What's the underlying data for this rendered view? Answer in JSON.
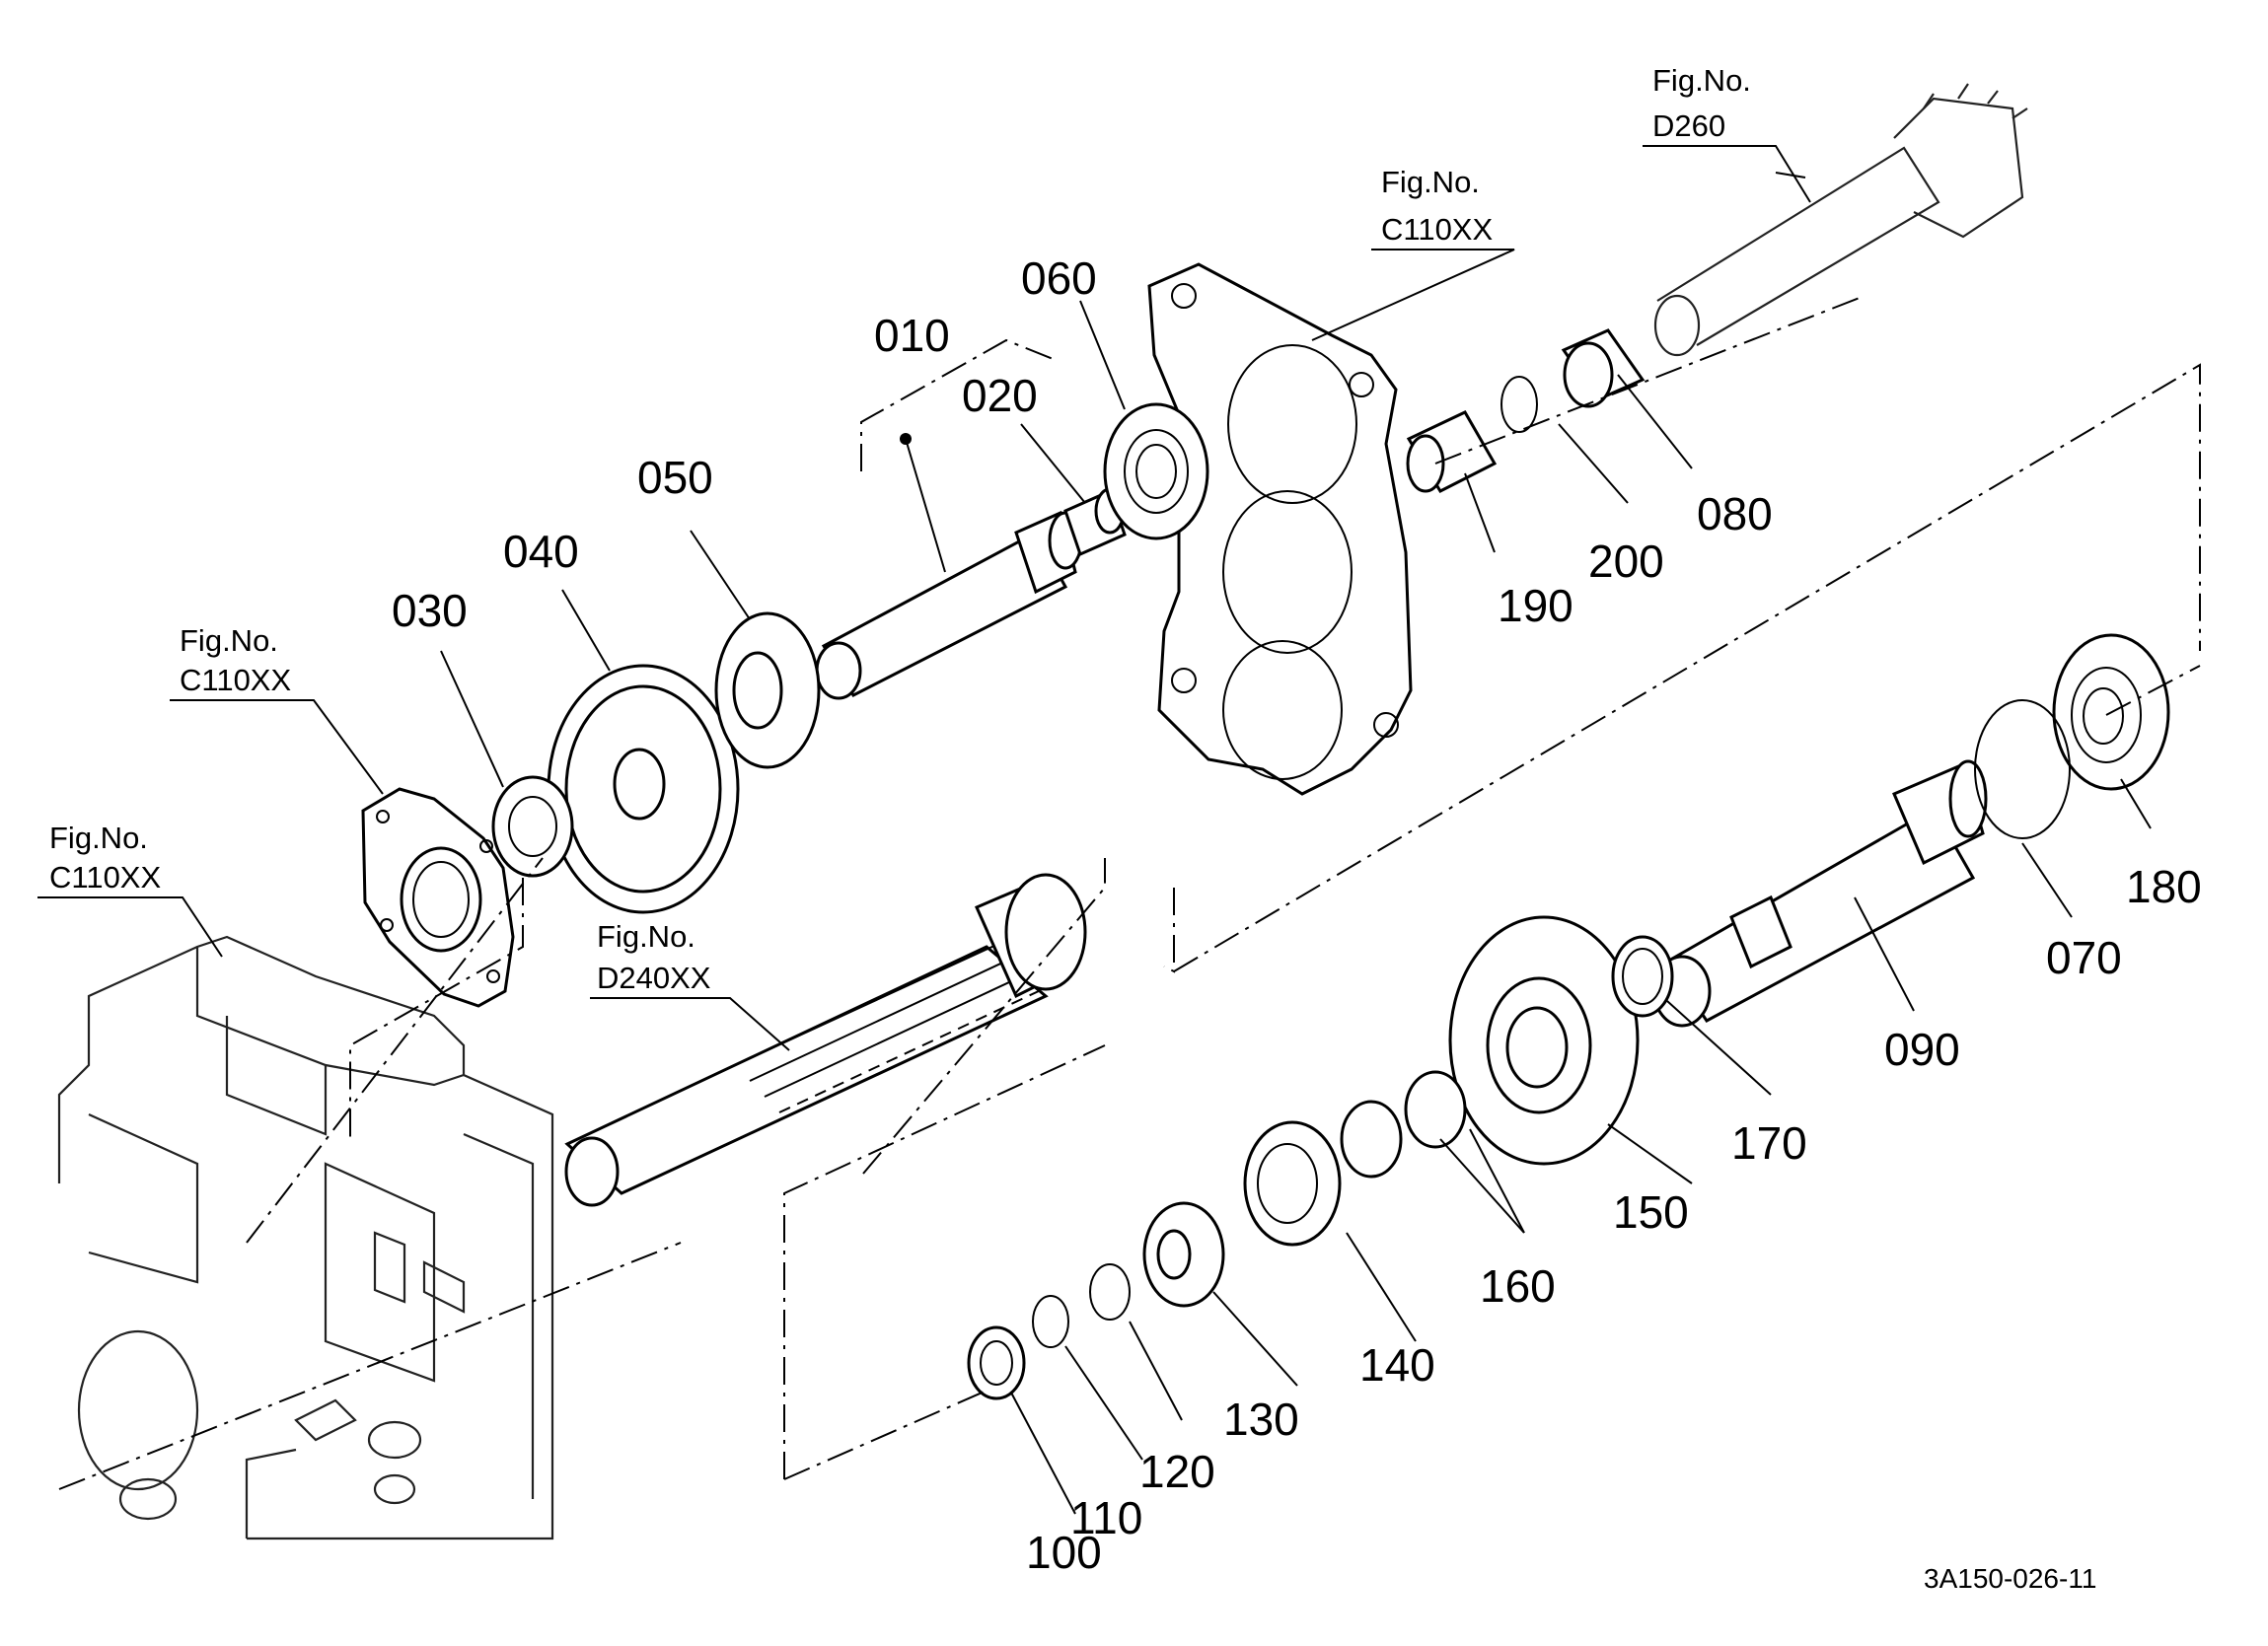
{
  "part_labels": {
    "p010": "010",
    "p020": "020",
    "p030": "030",
    "p040": "040",
    "p050": "050",
    "p060": "060",
    "p070": "070",
    "p080": "080",
    "p090": "090",
    "p100": "100",
    "p110": "110",
    "p120": "120",
    "p130": "130",
    "p140": "140",
    "p150": "150",
    "p160": "160",
    "p170": "170",
    "p180": "180",
    "p190": "190",
    "p200": "200"
  },
  "fig_refs": {
    "left_housing": {
      "line1": "Fig.No.",
      "line2": "C110XX"
    },
    "bearing_plate": {
      "line1": "Fig.No.",
      "line2": "C110XX"
    },
    "mid_housing": {
      "line1": "Fig.No.",
      "line2": "C110XX"
    },
    "pinion_shaft": {
      "line1": "Fig.No.",
      "line2": "D260"
    },
    "input_shaft": {
      "line1": "Fig.No.",
      "line2": "D240XX"
    }
  },
  "drawing_code": "3A150-026-11"
}
